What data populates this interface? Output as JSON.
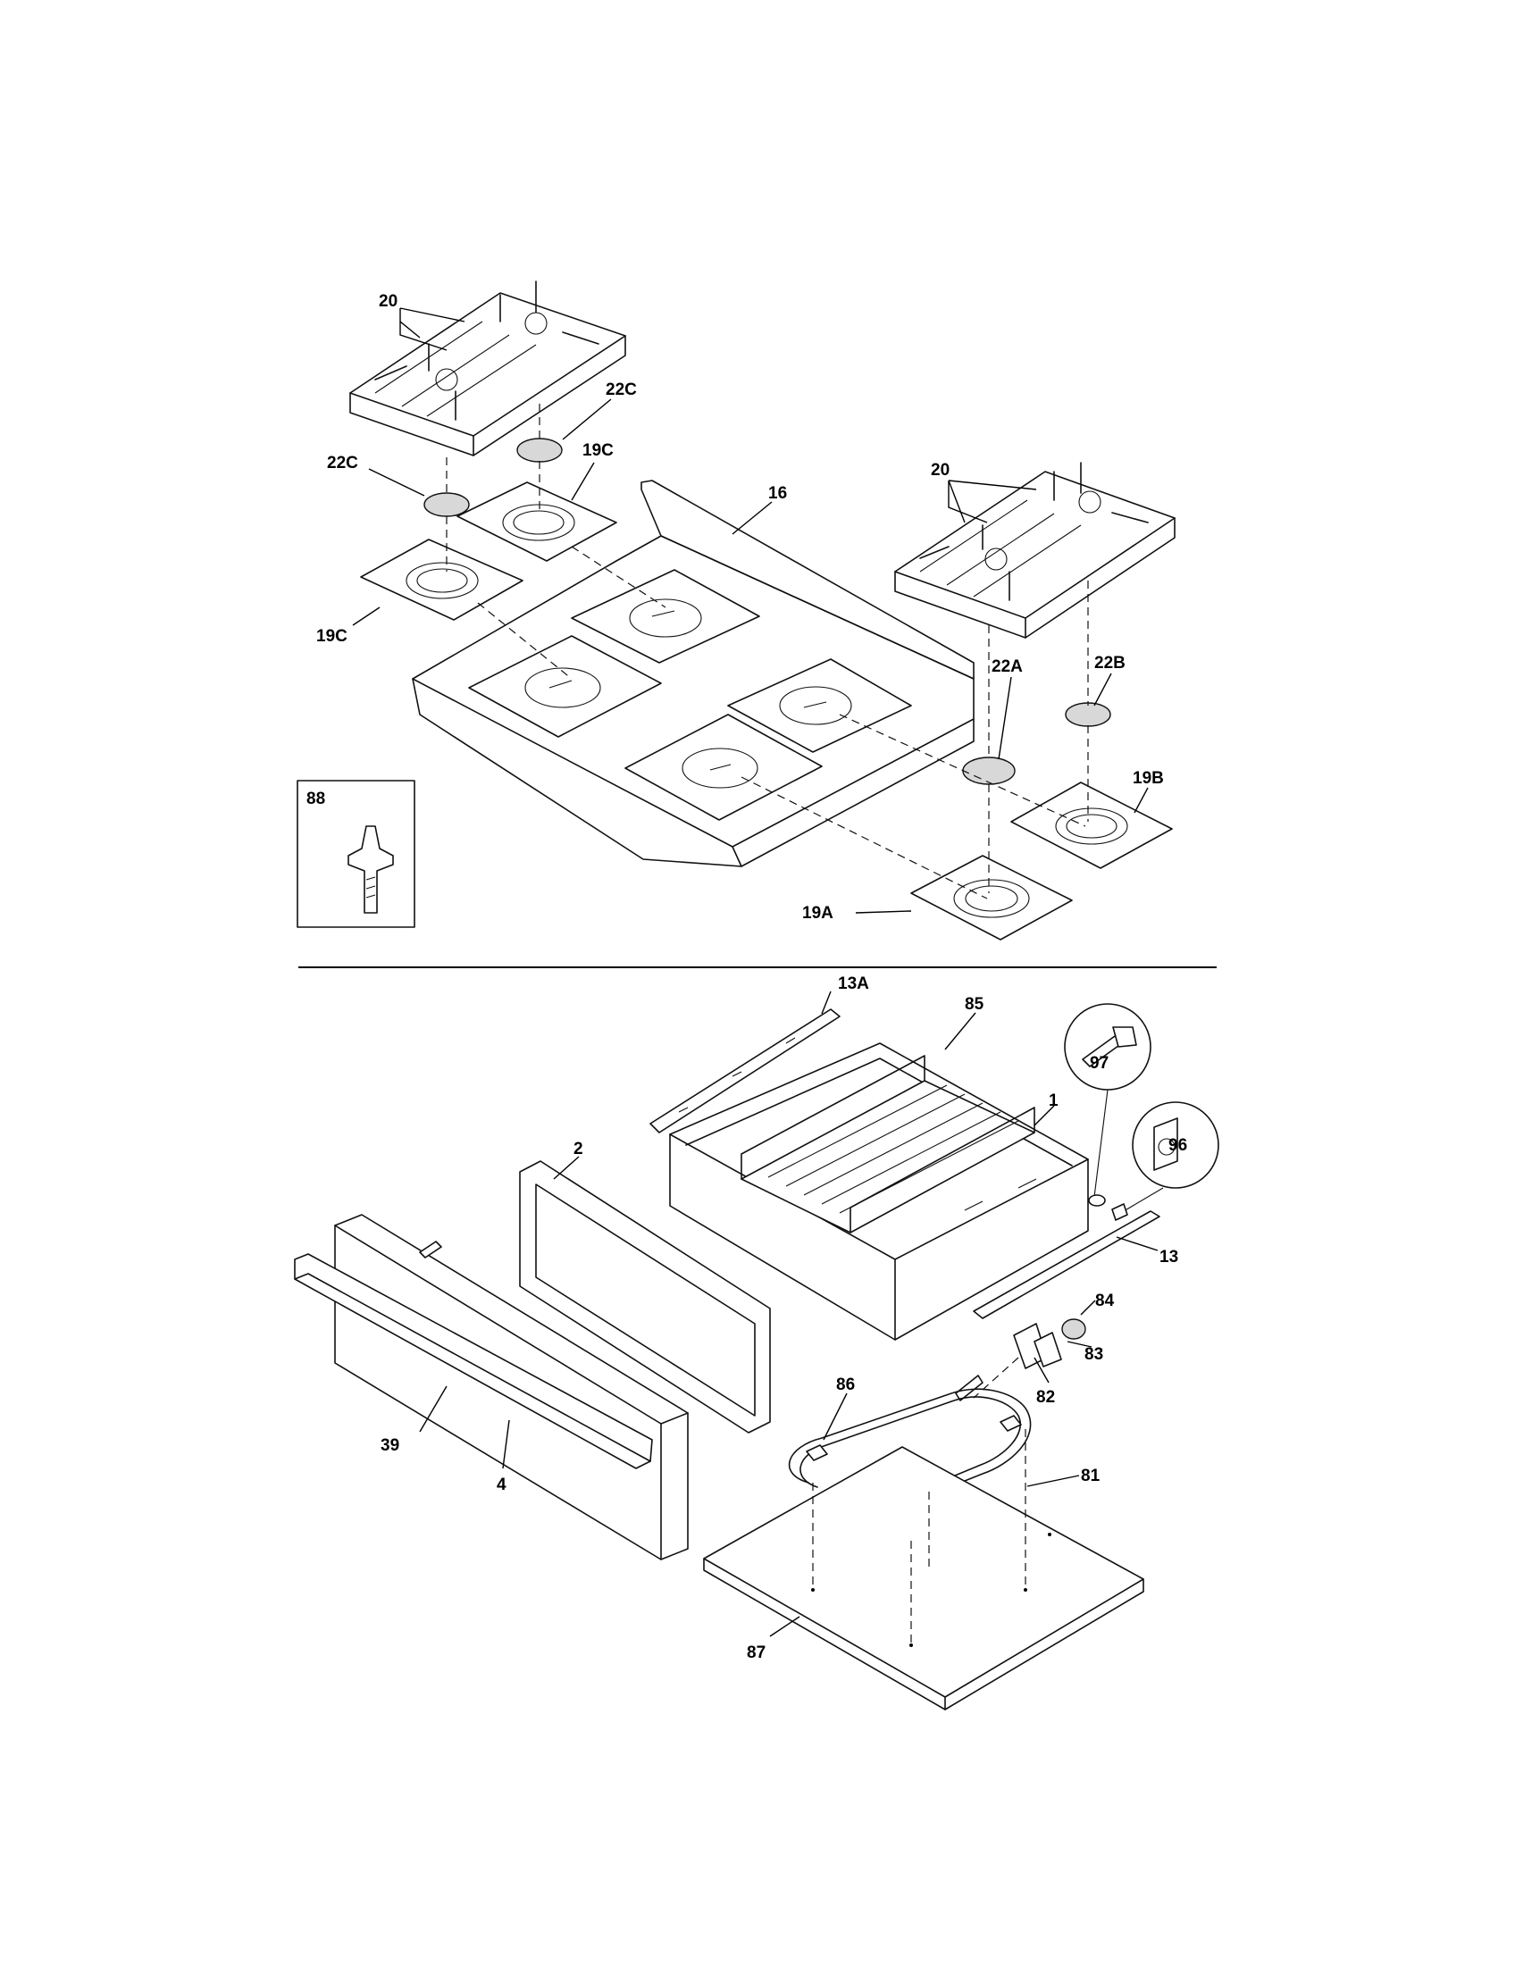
{
  "callouts": {
    "c20_top": "20",
    "c22c_right": "22C",
    "c22c_left": "22C",
    "c19c_upper": "19C",
    "c19c_lower": "19C",
    "c16": "16",
    "c20_right": "20",
    "c22a": "22A",
    "c22b": "22B",
    "c19b": "19B",
    "c19a": "19A",
    "c88": "88",
    "c13a": "13A",
    "c85": "85",
    "c97": "97",
    "c96": "96",
    "c1": "1",
    "c2": "2",
    "c13": "13",
    "c84": "84",
    "c83": "83",
    "c82": "82",
    "c86": "86",
    "c81": "81",
    "c39": "39",
    "c4": "4",
    "c87": "87"
  }
}
